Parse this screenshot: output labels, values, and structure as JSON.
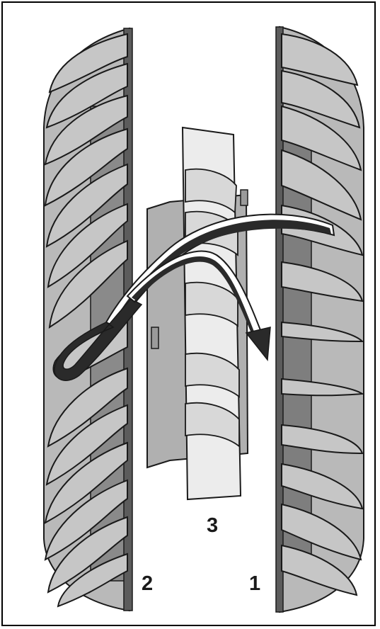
{
  "figure": {
    "labels": [
      {
        "id": "1",
        "text": "1"
      },
      {
        "id": "2",
        "text": "2"
      },
      {
        "id": "3",
        "text": "3"
      }
    ]
  },
  "colors": {
    "outline": "#1a1a1a",
    "blade_light": "#c9c9c9",
    "blade_mid": "#a9a9a9",
    "blade_dark": "#7e7e7e",
    "stator_face": "#ececec",
    "flow_arrow": "#2a2a2a"
  }
}
